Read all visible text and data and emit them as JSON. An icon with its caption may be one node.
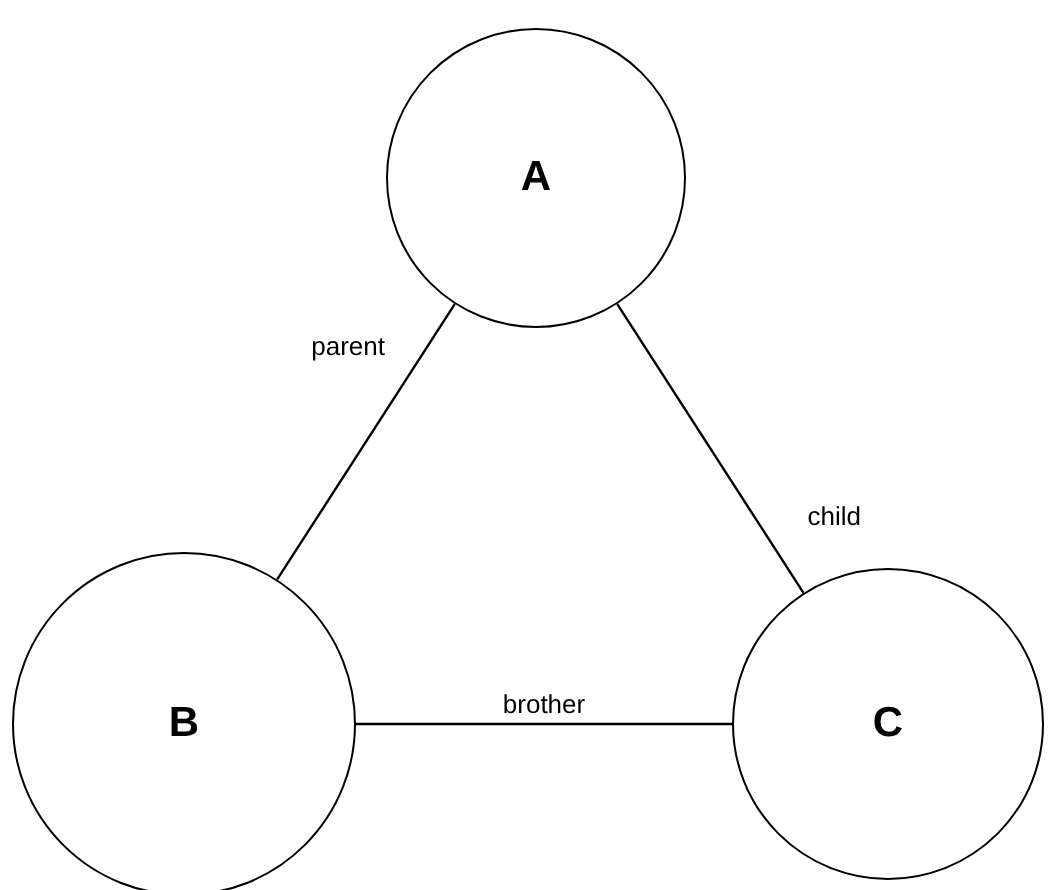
{
  "diagram": {
    "nodes": [
      {
        "text": [
          "A"
        ]
      },
      {
        "text": [
          "B"
        ]
      },
      {
        "text": [
          "C"
        ]
      }
    ],
    "edges": [
      {
        "from": 0,
        "to": 1,
        "arrow": "none",
        "label": "parent"
      },
      {
        "from": 0,
        "to": 2,
        "arrow": "none",
        "label": "child"
      },
      {
        "from": 1,
        "to": 2,
        "arrow": "none",
        "label": "brother"
      }
    ]
  }
}
